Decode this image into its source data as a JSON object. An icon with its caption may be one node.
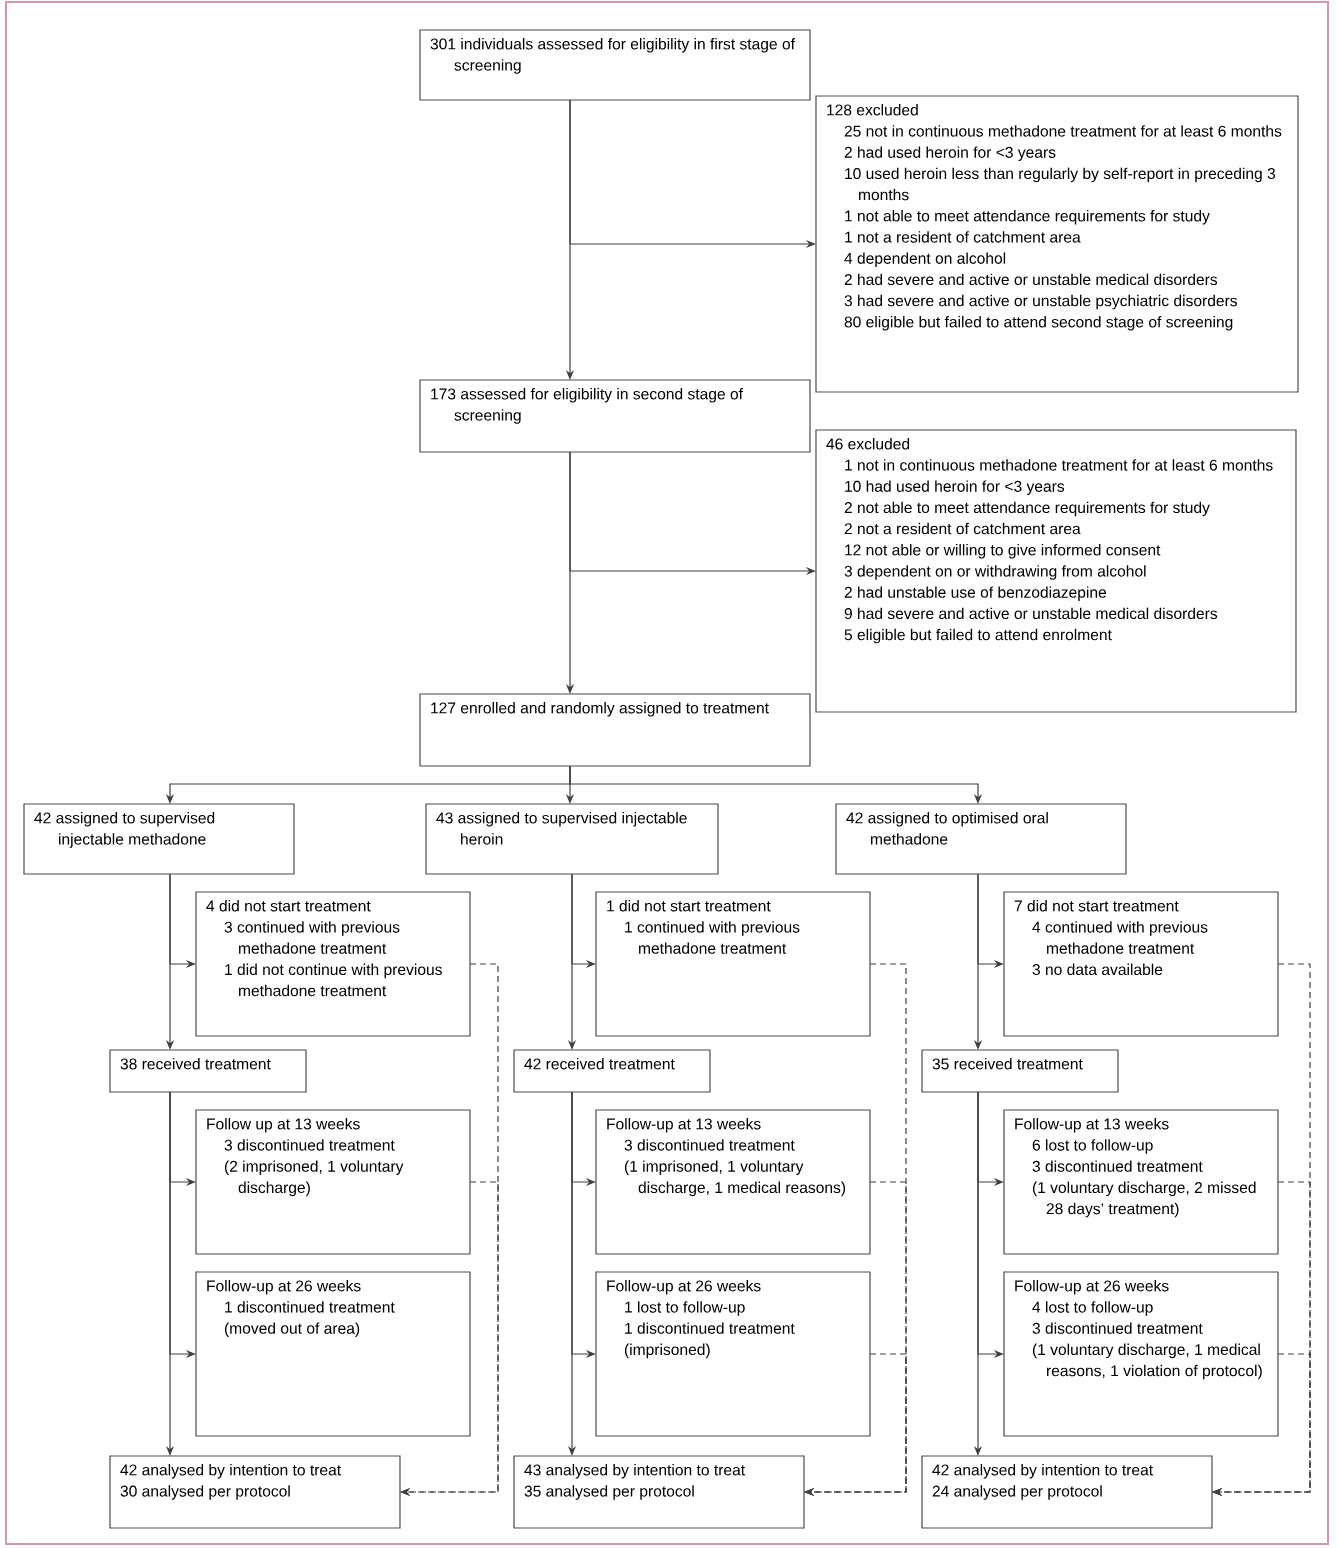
{
  "diagram": {
    "nodes": [
      {
        "text": [
          "301 individuals assessed for eligibility in first stage of screening"
        ]
      },
      {
        "text": [
          "128 excluded",
          "25 not in continuous methadone treatment for at least 6 months",
          "2 had used heroin for <3 years",
          "10 used heroin less than regularly by self-report in preceding 3 months",
          "1 not able to meet attendance requirements for study",
          "1 not a resident of catchment area",
          "4 dependent on alcohol",
          "2 had severe and active or unstable medical disorders",
          "3 had severe and active or unstable psychiatric disorders",
          "80 eligible but failed to attend second stage of screening"
        ]
      },
      {
        "text": [
          "173 assessed for eligibility in second stage of screening"
        ]
      },
      {
        "text": [
          "46 excluded",
          "1 not in continuous methadone treatment for at least 6 months",
          "10 had used heroin for <3 years",
          "2 not able to meet attendance requirements for study",
          "2 not a resident of catchment area",
          "12 not able or willing to give informed consent",
          "3 dependent on or withdrawing from alcohol",
          "2 had unstable use of benzodiazepine",
          "9 had severe and active or unstable medical disorders",
          "5 eligible but failed to attend enrolment"
        ]
      },
      {
        "text": [
          "127 enrolled and randomly assigned to treatment"
        ]
      },
      {
        "text": [
          "42 assigned to supervised injectable methadone"
        ]
      },
      {
        "text": [
          "43 assigned to supervised injectable heroin"
        ]
      },
      {
        "text": [
          "42 assigned to optimised oral methadone"
        ]
      },
      {
        "text": [
          "4 did not start treatment",
          "3 continued with previous methadone treatment",
          "1 did not continue with previous methadone treatment"
        ]
      },
      {
        "text": [
          "1 did not start treatment",
          "1 continued with previous methadone treatment"
        ]
      },
      {
        "text": [
          "7 did not start treatment",
          "4 continued with previous methadone treatment",
          "3 no data available"
        ]
      },
      {
        "text": [
          "38 received treatment"
        ]
      },
      {
        "text": [
          "42 received treatment"
        ]
      },
      {
        "text": [
          "35 received treatment"
        ]
      },
      {
        "text": [
          "Follow up at 13 weeks",
          "3 discontinued treatment",
          "(2 imprisoned, 1 voluntary discharge)"
        ]
      },
      {
        "text": [
          "Follow-up at 13 weeks",
          "3 discontinued treatment",
          "(1 imprisoned, 1 voluntary discharge, 1 medical reasons)"
        ]
      },
      {
        "text": [
          "Follow-up at 13 weeks",
          "6 lost to follow-up",
          "3 discontinued treatment",
          "(1 voluntary discharge, 2 missed 28 days’ treatment)"
        ]
      },
      {
        "text": [
          "Follow-up at 26 weeks",
          "1 discontinued treatment",
          "(moved out of area)"
        ]
      },
      {
        "text": [
          "Follow-up at 26 weeks",
          "1 lost to follow-up",
          "1 discontinued treatment",
          "(imprisoned)"
        ]
      },
      {
        "text": [
          "Follow-up at 26 weeks",
          "4 lost to follow-up",
          "3 discontinued treatment",
          "(1 voluntary discharge, 1 medical reasons, 1 violation of protocol)"
        ]
      },
      {
        "text": [
          "42 analysed by intention to treat",
          "30 analysed per protocol"
        ]
      },
      {
        "text": [
          "43 analysed by intention to treat",
          "35 analysed per protocol"
        ]
      },
      {
        "text": [
          "42 analysed by intention to treat",
          "24 analysed per protocol"
        ]
      }
    ],
    "edges": [
      {
        "from": 0,
        "to": 1,
        "arrow": "to"
      },
      {
        "from": 0,
        "to": 2,
        "arrow": "to"
      },
      {
        "from": 2,
        "to": 3,
        "arrow": "to"
      },
      {
        "from": 2,
        "to": 4,
        "arrow": "to"
      },
      {
        "from": 4,
        "to": 5,
        "arrow": "to"
      },
      {
        "from": 4,
        "to": 6,
        "arrow": "to"
      },
      {
        "from": 4,
        "to": 7,
        "arrow": "to"
      },
      {
        "from": 5,
        "to": 8,
        "arrow": "to"
      },
      {
        "from": 6,
        "to": 9,
        "arrow": "to"
      },
      {
        "from": 7,
        "to": 10,
        "arrow": "to"
      },
      {
        "from": 5,
        "to": 11,
        "arrow": "to"
      },
      {
        "from": 6,
        "to": 12,
        "arrow": "to"
      },
      {
        "from": 7,
        "to": 13,
        "arrow": "to"
      },
      {
        "from": 11,
        "to": 14,
        "arrow": "to"
      },
      {
        "from": 12,
        "to": 15,
        "arrow": "to"
      },
      {
        "from": 13,
        "to": 16,
        "arrow": "to"
      },
      {
        "from": 11,
        "to": 17,
        "arrow": "to"
      },
      {
        "from": 12,
        "to": 18,
        "arrow": "to"
      },
      {
        "from": 13,
        "to": 19,
        "arrow": "to"
      },
      {
        "from": 11,
        "to": 20,
        "arrow": "to"
      },
      {
        "from": 12,
        "to": 21,
        "arrow": "to"
      },
      {
        "from": 13,
        "to": 22,
        "arrow": "to"
      },
      {
        "from": 8,
        "to": 20,
        "arrow": "to",
        "style": "dashed"
      },
      {
        "from": 14,
        "to": 20,
        "arrow": "to",
        "style": "dashed"
      },
      {
        "from": 9,
        "to": 21,
        "arrow": "to",
        "style": "dashed"
      },
      {
        "from": 15,
        "to": 21,
        "arrow": "to",
        "style": "dashed"
      },
      {
        "from": 18,
        "to": 21,
        "arrow": "to",
        "style": "dashed"
      },
      {
        "from": 10,
        "to": 22,
        "arrow": "to",
        "style": "dashed"
      },
      {
        "from": 16,
        "to": 22,
        "arrow": "to",
        "style": "dashed"
      },
      {
        "from": 19,
        "to": 22,
        "arrow": "to",
        "style": "dashed"
      }
    ]
  }
}
